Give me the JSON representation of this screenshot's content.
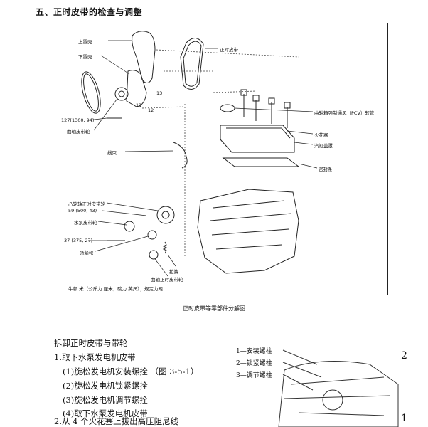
{
  "section_title": "五、正时皮带的检查与调整",
  "figure": {
    "labels": {
      "upper_cover": "上罩壳",
      "lower_cover": "下罩壳",
      "timing_belt": "正时皮带",
      "pcv_hose": "曲轴箱强制通风（PCV）软管",
      "spark_plug": "火花塞",
      "cylinder_cover": "汽缸盖罩",
      "gasket": "密封条",
      "torque_127": "127(1300, 94)",
      "crank_belt_pulley": "曲轴皮带轮",
      "num_13": "13",
      "num_11": "11",
      "num_12": "12",
      "harness": "线束",
      "cam_pulley": "凸轮轴正时皮带轮",
      "torque_59": "59 (500, 43)",
      "water_pump_pulley": "水泵皮带轮",
      "torque_37": "37 (375, 27)",
      "tensioner": "张紧轮",
      "spring": "拉簧",
      "crank_timing_pulley": "曲轴正时皮带轮",
      "unit_note": "牛顿.米（公斤力.厘米，磅力.英尺）；规定力矩"
    },
    "caption": "正时皮带等零部件分解图"
  },
  "procedure": {
    "title": "拆卸正时皮带与带轮",
    "step1": "1.取下水泵发电机皮带",
    "sub1": "(1)旋松发电机安装螺拴 （图 3-5-1）",
    "sub2": "(2)旋松发电机锁紧螺拴",
    "sub3": "(3)旋松发电机调节螺拴",
    "sub4": "(4)取下水泵发电机皮带",
    "step2": "2.从 4 个火花塞上拔出高压阻尼线"
  },
  "side_figure": {
    "legend": [
      "1—安装螺柱",
      "2—锁紧螺柱",
      "3—调节螺柱"
    ],
    "num_2": "2",
    "num_1": "1"
  }
}
